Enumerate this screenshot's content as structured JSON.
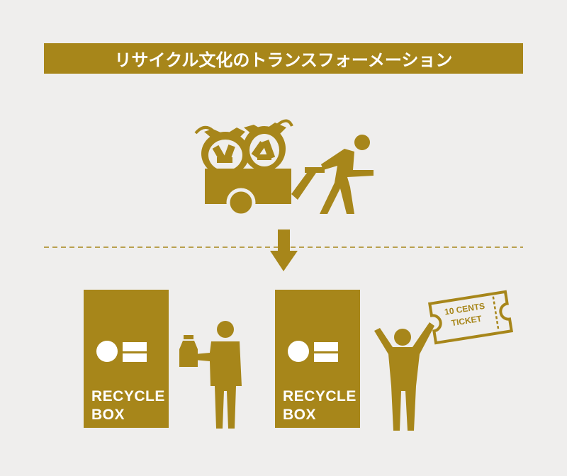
{
  "title": "リサイクル文化のトランスフォーメーション",
  "colors": {
    "accent": "#a7861a",
    "background": "#efeeed",
    "text_on_accent": "#ffffff"
  },
  "stages": {
    "collection": {
      "icons": [
        "trash-bag-icon",
        "cart-icon",
        "person-pushing-icon"
      ]
    },
    "arrow_icon": "down-arrow-icon",
    "recycle_boxes": [
      {
        "label_line1": "RECYCLE",
        "label_line2": "BOX"
      },
      {
        "label_line1": "RECYCLE",
        "label_line2": "BOX"
      }
    ],
    "ticket": {
      "line1": "10 CENTS",
      "line2": "TICKET"
    }
  }
}
